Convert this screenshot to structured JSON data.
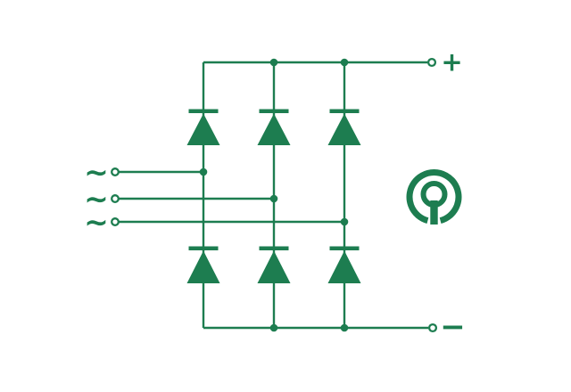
{
  "diagram": {
    "kind": "three-phase-bridge-rectifier",
    "ink_color": "#1d7d50",
    "background_color": "#ffffff",
    "diode_count_top": 3,
    "diode_count_bottom": 3
  },
  "labels": {
    "positive": "+",
    "negative": "−"
  },
  "inputs": [
    {
      "id": "ac-phase-1",
      "symbol": "∼"
    },
    {
      "id": "ac-phase-2",
      "symbol": "∼"
    },
    {
      "id": "ac-phase-3",
      "symbol": "∼"
    }
  ],
  "icons": {
    "ac_wave": "∼",
    "logo": "q-ring-logo"
  }
}
